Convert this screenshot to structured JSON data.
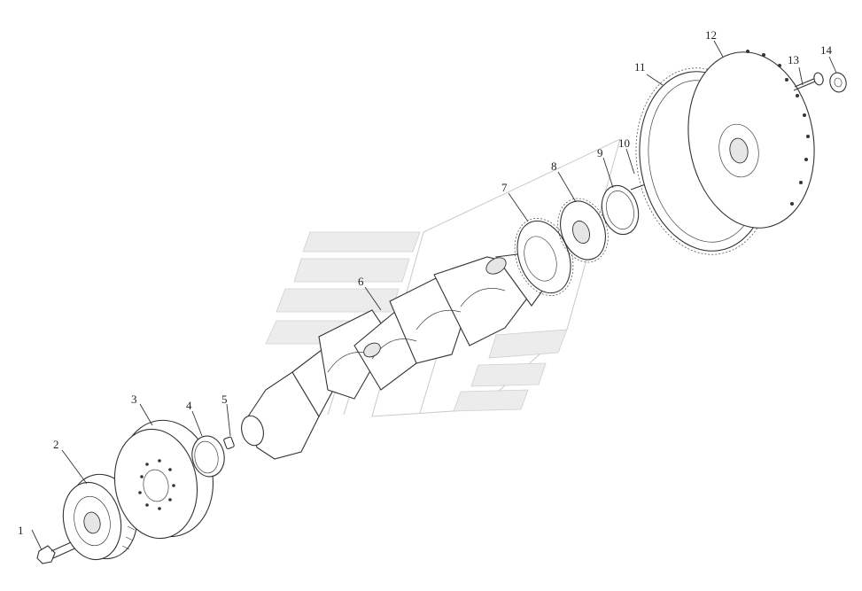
{
  "callouts": [
    {
      "label": "1",
      "part": "bolt"
    },
    {
      "label": "2",
      "part": "pulley"
    },
    {
      "label": "3",
      "part": "damper"
    },
    {
      "label": "4",
      "part": "front-seal"
    },
    {
      "label": "5",
      "part": "key"
    },
    {
      "label": "6",
      "part": "crankshaft"
    },
    {
      "label": "7",
      "part": "gear-7"
    },
    {
      "label": "8",
      "part": "gear-8"
    },
    {
      "label": "9",
      "part": "rear-seal"
    },
    {
      "label": "10",
      "part": "dowel-pin"
    },
    {
      "label": "11",
      "part": "ring-gear"
    },
    {
      "label": "12",
      "part": "flywheel"
    },
    {
      "label": "13",
      "part": "flywheel-bolt"
    },
    {
      "label": "14",
      "part": "washer"
    }
  ],
  "colors": {
    "line": "#333333",
    "watermark": "#c9c9c9",
    "background": "#ffffff"
  }
}
